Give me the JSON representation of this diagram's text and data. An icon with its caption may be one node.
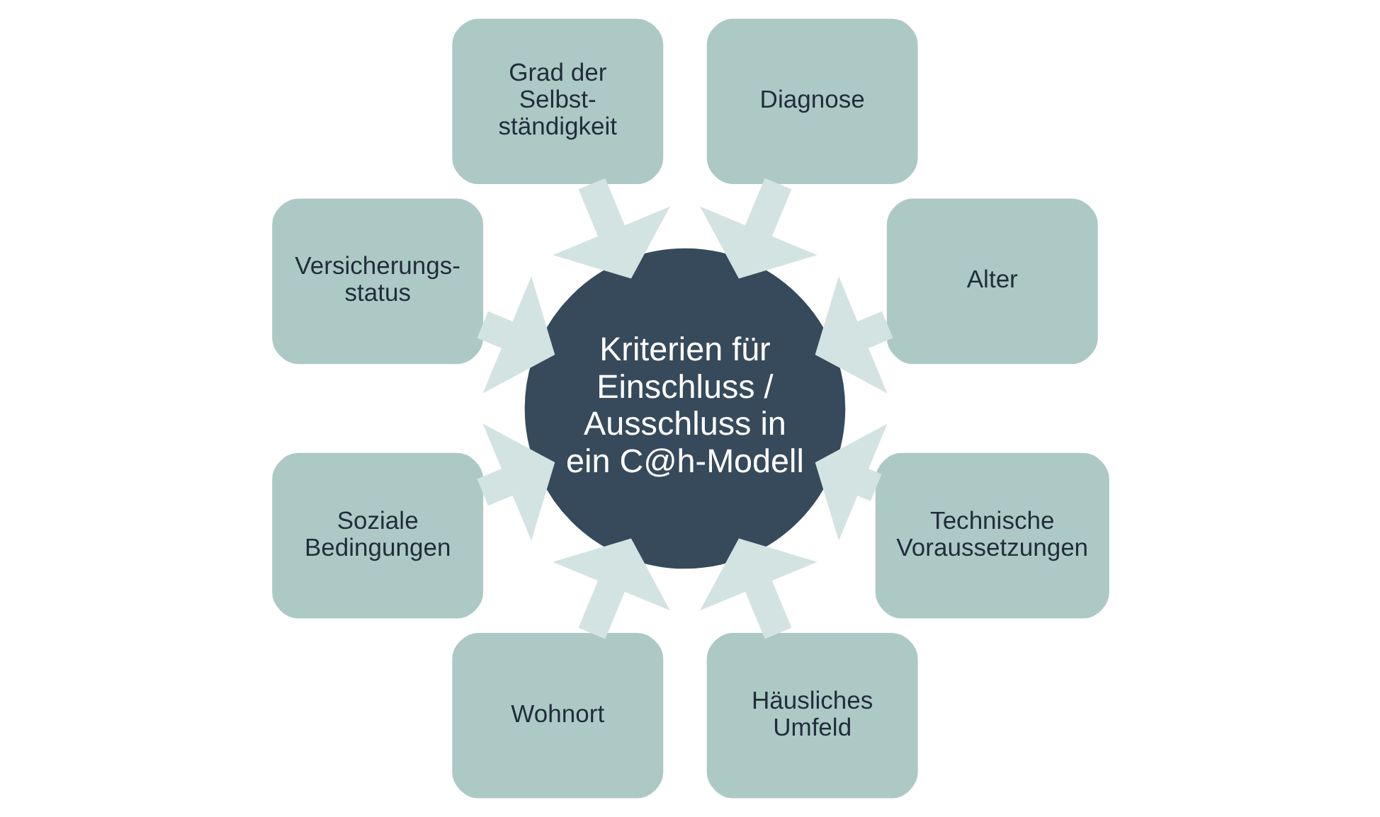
{
  "diagram": {
    "nodes": [
      {
        "text": [
          "Alter"
        ]
      },
      {
        "text": [
          "Diagnose"
        ]
      },
      {
        "text": [
          "Grad der Selbst- ständigkeit"
        ]
      },
      {
        "text": [
          "Versicherungs- status"
        ]
      },
      {
        "text": [
          "Soziale Bedingungen"
        ]
      },
      {
        "text": [
          "Wohnort"
        ]
      },
      {
        "text": [
          "Häusliches Umfeld"
        ]
      },
      {
        "text": [
          "Technische Voraussetzungen"
        ]
      },
      {
        "text": [
          "Kriterien für Einschluss / Ausschluss in ein C@h-Modell"
        ]
      }
    ],
    "edges": [
      {
        "from": 0,
        "to": 8,
        "arrow": "to"
      },
      {
        "from": 1,
        "to": 8,
        "arrow": "to"
      },
      {
        "from": 2,
        "to": 8,
        "arrow": "to"
      },
      {
        "from": 3,
        "to": 8,
        "arrow": "to"
      },
      {
        "from": 4,
        "to": 8,
        "arrow": "to"
      },
      {
        "from": 5,
        "to": 8,
        "arrow": "to"
      },
      {
        "from": 6,
        "to": 8,
        "arrow": "to"
      },
      {
        "from": 7,
        "to": 8,
        "arrow": "to"
      }
    ]
  }
}
